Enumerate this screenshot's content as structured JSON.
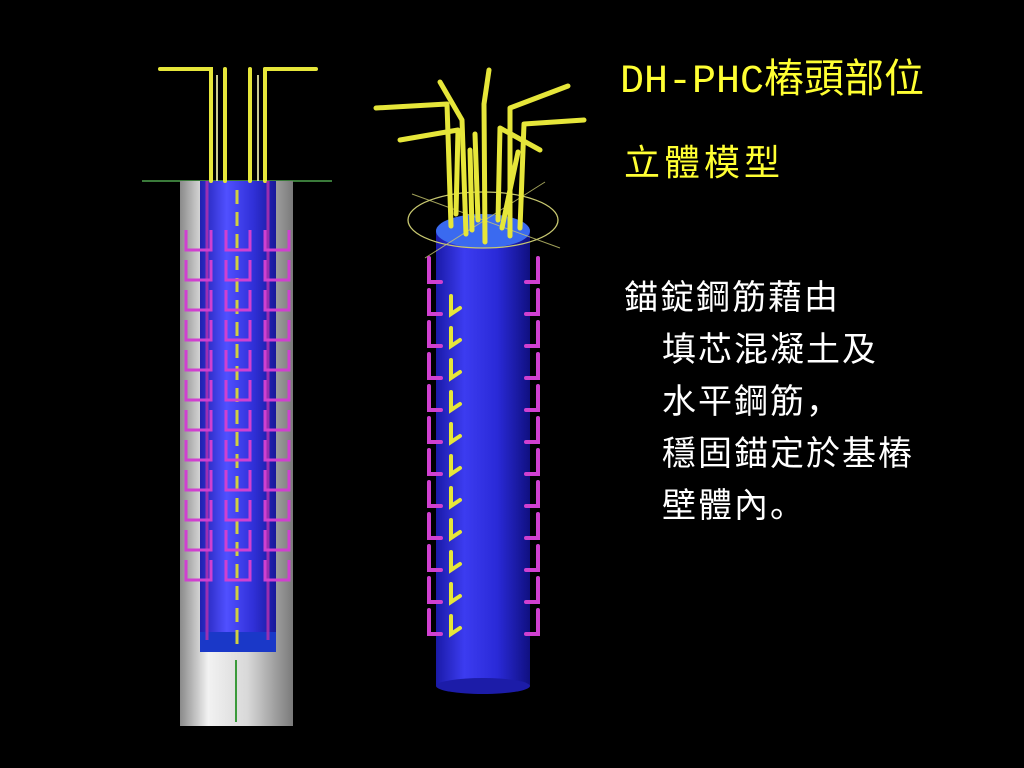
{
  "title": {
    "latin": "DH-PHC",
    "cjk": "樁頭部位"
  },
  "subtitle": "立體模型",
  "description": [
    "錨錠鋼筋藉由",
    "填芯混凝土及",
    "水平鋼筋，",
    "穩固錨定於基樁",
    "壁體內。"
  ],
  "colors": {
    "background": "#000000",
    "title": "#ffff33",
    "body_text": "#ffffff",
    "pile_core": "#3a3ae8",
    "pile_shell": "#dcdcdc",
    "anchor_bar": "#e6e63a",
    "hoop_bar": "#d040d0"
  }
}
